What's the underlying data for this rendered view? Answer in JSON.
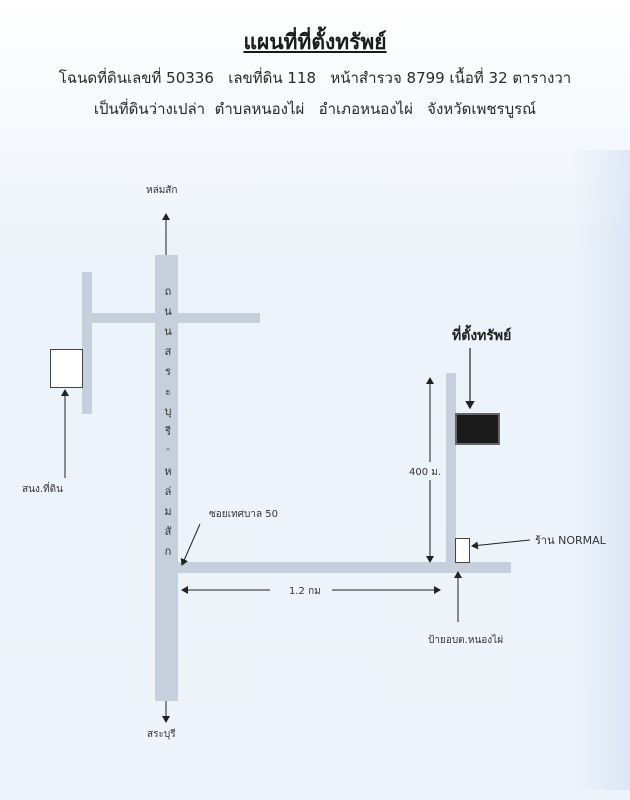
{
  "header": {
    "title": "แผนที่ที่ตั้งทรัพย์",
    "line1": "โฉนดที่ดินเลขที่ 50336   เลขที่ดิน 118   หน้าสำรวจ 8799 เนื้อที่ 32 ตารางวา",
    "line2": "เป็นที่ดินว่างเปล่า  ตำบลหนองไผ่   อำเภอหนองไผ่   จังหวัดเพชรบูรณ์"
  },
  "map": {
    "main_road_chars": [
      "ถ",
      "น",
      "น",
      "ส",
      "ร",
      "ะ",
      "บุ",
      "รี",
      "-",
      "ห",
      "ล่",
      "ม",
      "สั",
      "ก"
    ],
    "north_label": "หล่มสัก",
    "south_label": "สระบุรี",
    "land_office_label": "สนง.ที่ดิน",
    "soi_label": "ซอยเทศบาล 50",
    "distance_horizontal": "1.2 กม",
    "distance_vertical": "400 ม.",
    "property_label": "ที่ตั้งทรัพย์",
    "shop_label": "ร้าน NORMAL",
    "post_office_label": "ป้ายอบต.หนองไผ่",
    "road_color": "#c6cfdc",
    "property_color": "#1a1a1a"
  }
}
